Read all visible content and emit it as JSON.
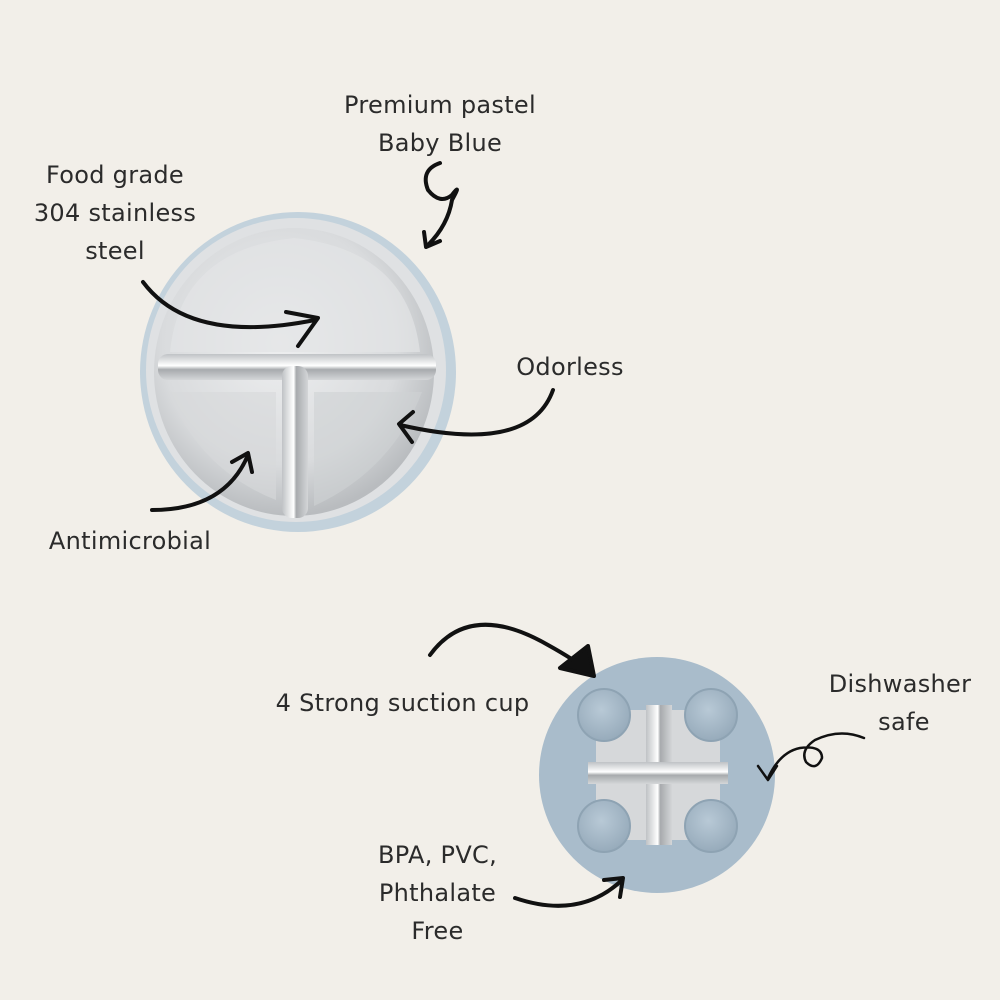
{
  "labels": {
    "premium": [
      "Premium pastel",
      "Baby Blue"
    ],
    "food_grade": [
      "Food grade",
      "304 stainless",
      "steel"
    ],
    "odorless": [
      "Odorless"
    ],
    "antimicrobial": [
      "Antimicrobial"
    ],
    "suction": [
      "4 Strong suction cup"
    ],
    "dishwasher": [
      "Dishwasher",
      "safe"
    ],
    "bpa": [
      "BPA, PVC,",
      "Phthalate",
      "Free"
    ]
  },
  "colors": {
    "background": "#f2efe9",
    "rim_blue": "#c3d2dc",
    "silicone_blue": "#a9bccb",
    "steel_light": "#e6e7e8",
    "steel_mid": "#cfd1d3",
    "steel_dark": "#9c9fa2",
    "ink": "#111111"
  },
  "icons": [
    "curly-arrow-icon",
    "curved-arrow-icon",
    "suction-cup-icon"
  ]
}
